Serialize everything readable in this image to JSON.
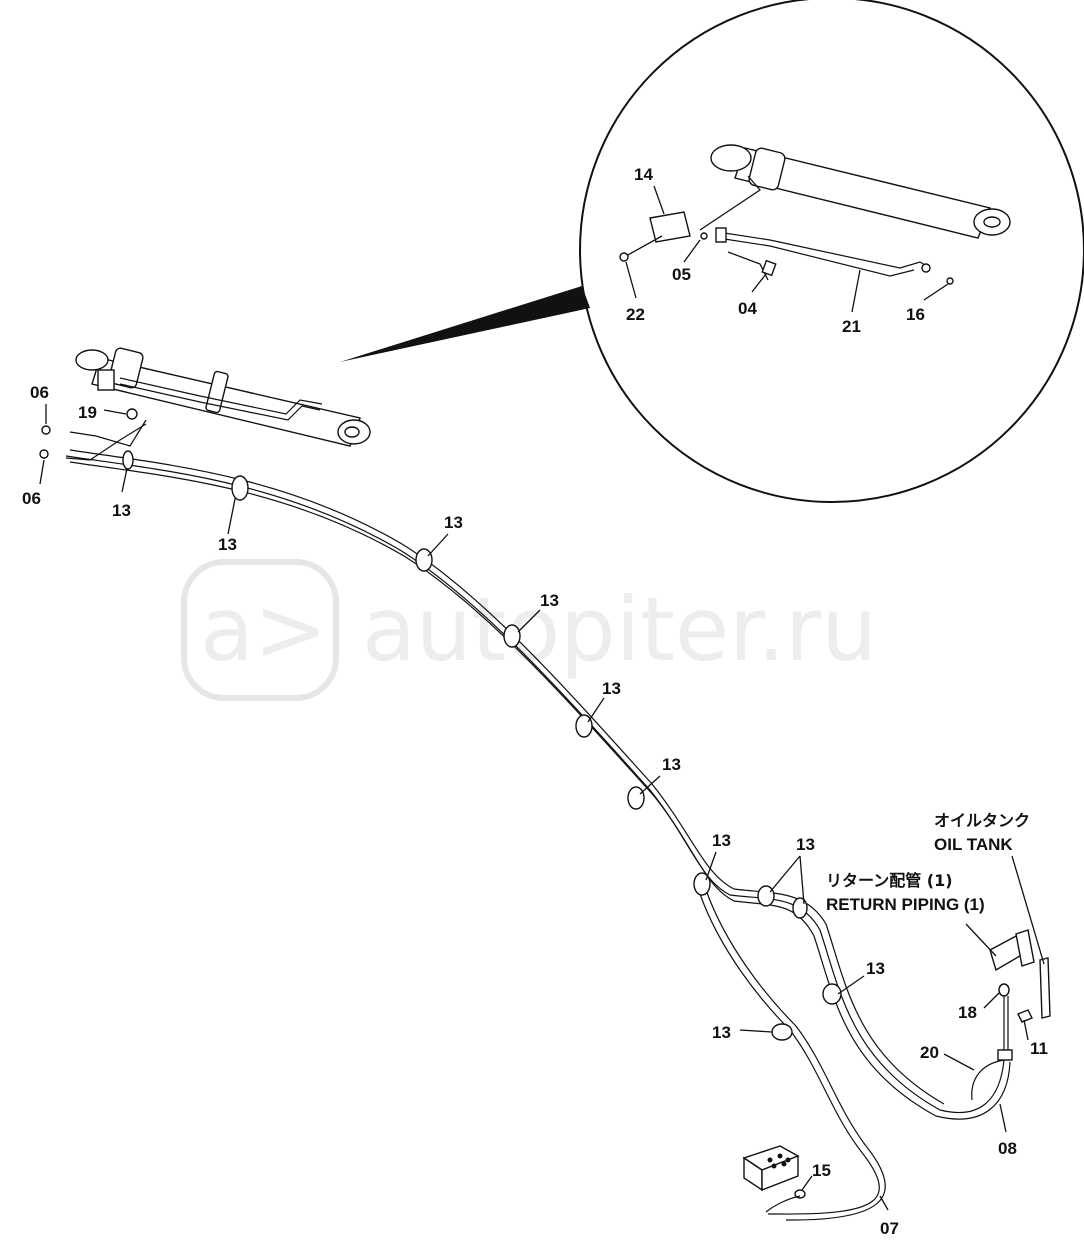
{
  "watermark": {
    "text": "autopiter.ru"
  },
  "callouts": {
    "detail": {
      "c14": "14",
      "c05": "05",
      "c22": "22",
      "c04": "04",
      "c21": "21",
      "c16": "16"
    },
    "left": {
      "c06a": "06",
      "c06b": "06",
      "c19": "19",
      "c13a": "13",
      "c13b": "13"
    },
    "route": {
      "c13c": "13",
      "c13d": "13",
      "c13e": "13",
      "c13f": "13",
      "c13g": "13",
      "c13h": "13",
      "c13i": "13",
      "c13j": "13"
    },
    "bottom": {
      "c18": "18",
      "c11": "11",
      "c20": "20",
      "c08": "08",
      "c15": "15",
      "c07": "07"
    }
  },
  "annotations": {
    "oil_tank_jp": "オイルタンク",
    "oil_tank_en": "OIL TANK",
    "return_piping_jp": "リターン配管 (1)",
    "return_piping_en": "RETURN PIPING (1)"
  }
}
